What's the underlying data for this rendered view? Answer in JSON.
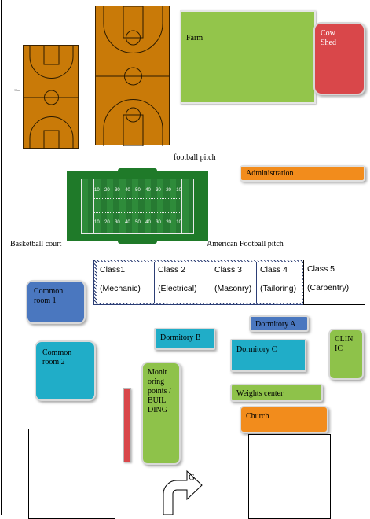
{
  "facilities": {
    "farm": "Farm",
    "cow_shed": "Cow Shed",
    "administration": "Administration",
    "football_pitch": "football pitch",
    "basketball_court": "Basketball court",
    "american_football_pitch": "American Football pitch",
    "common_room_1": "Common room 1",
    "common_room_2": "Common room 2",
    "dormitory_a": "Dormitory A",
    "dormitory_b": "Dormitory B",
    "dormitory_c": "Dormitory C",
    "clinic": "CLIN IC",
    "weights_center": "Weights center",
    "church": "Church",
    "monitoring": "Monit oring points / BUIL DING",
    "gate": "G"
  },
  "classes": [
    {
      "name": "Class1",
      "trade": "(Mechanic)"
    },
    {
      "name": "Class 2",
      "trade": "(Electrical)"
    },
    {
      "name": "Class 3",
      "trade": "(Masonry)"
    },
    {
      "name": "Class 4",
      "trade": "(Tailoring)"
    },
    {
      "name": "Class 5",
      "trade": "(Carpentry)"
    }
  ],
  "field_numbers": {
    "top": [
      "10",
      "20",
      "30",
      "40",
      "50",
      "40",
      "30",
      "20",
      "10"
    ],
    "bottom": [
      "10",
      "20",
      "30",
      "40",
      "50",
      "40",
      "30",
      "20",
      "10"
    ]
  },
  "colors": {
    "court": "#c97a08",
    "farm": "#93c54b",
    "cow_shed": "#d9474a",
    "orange": "#f28c1c",
    "blue": "#4a77bf",
    "teal": "#20adc8",
    "green": "#8ec24a",
    "red": "#d9474a",
    "field_green": "#1f7a29"
  }
}
